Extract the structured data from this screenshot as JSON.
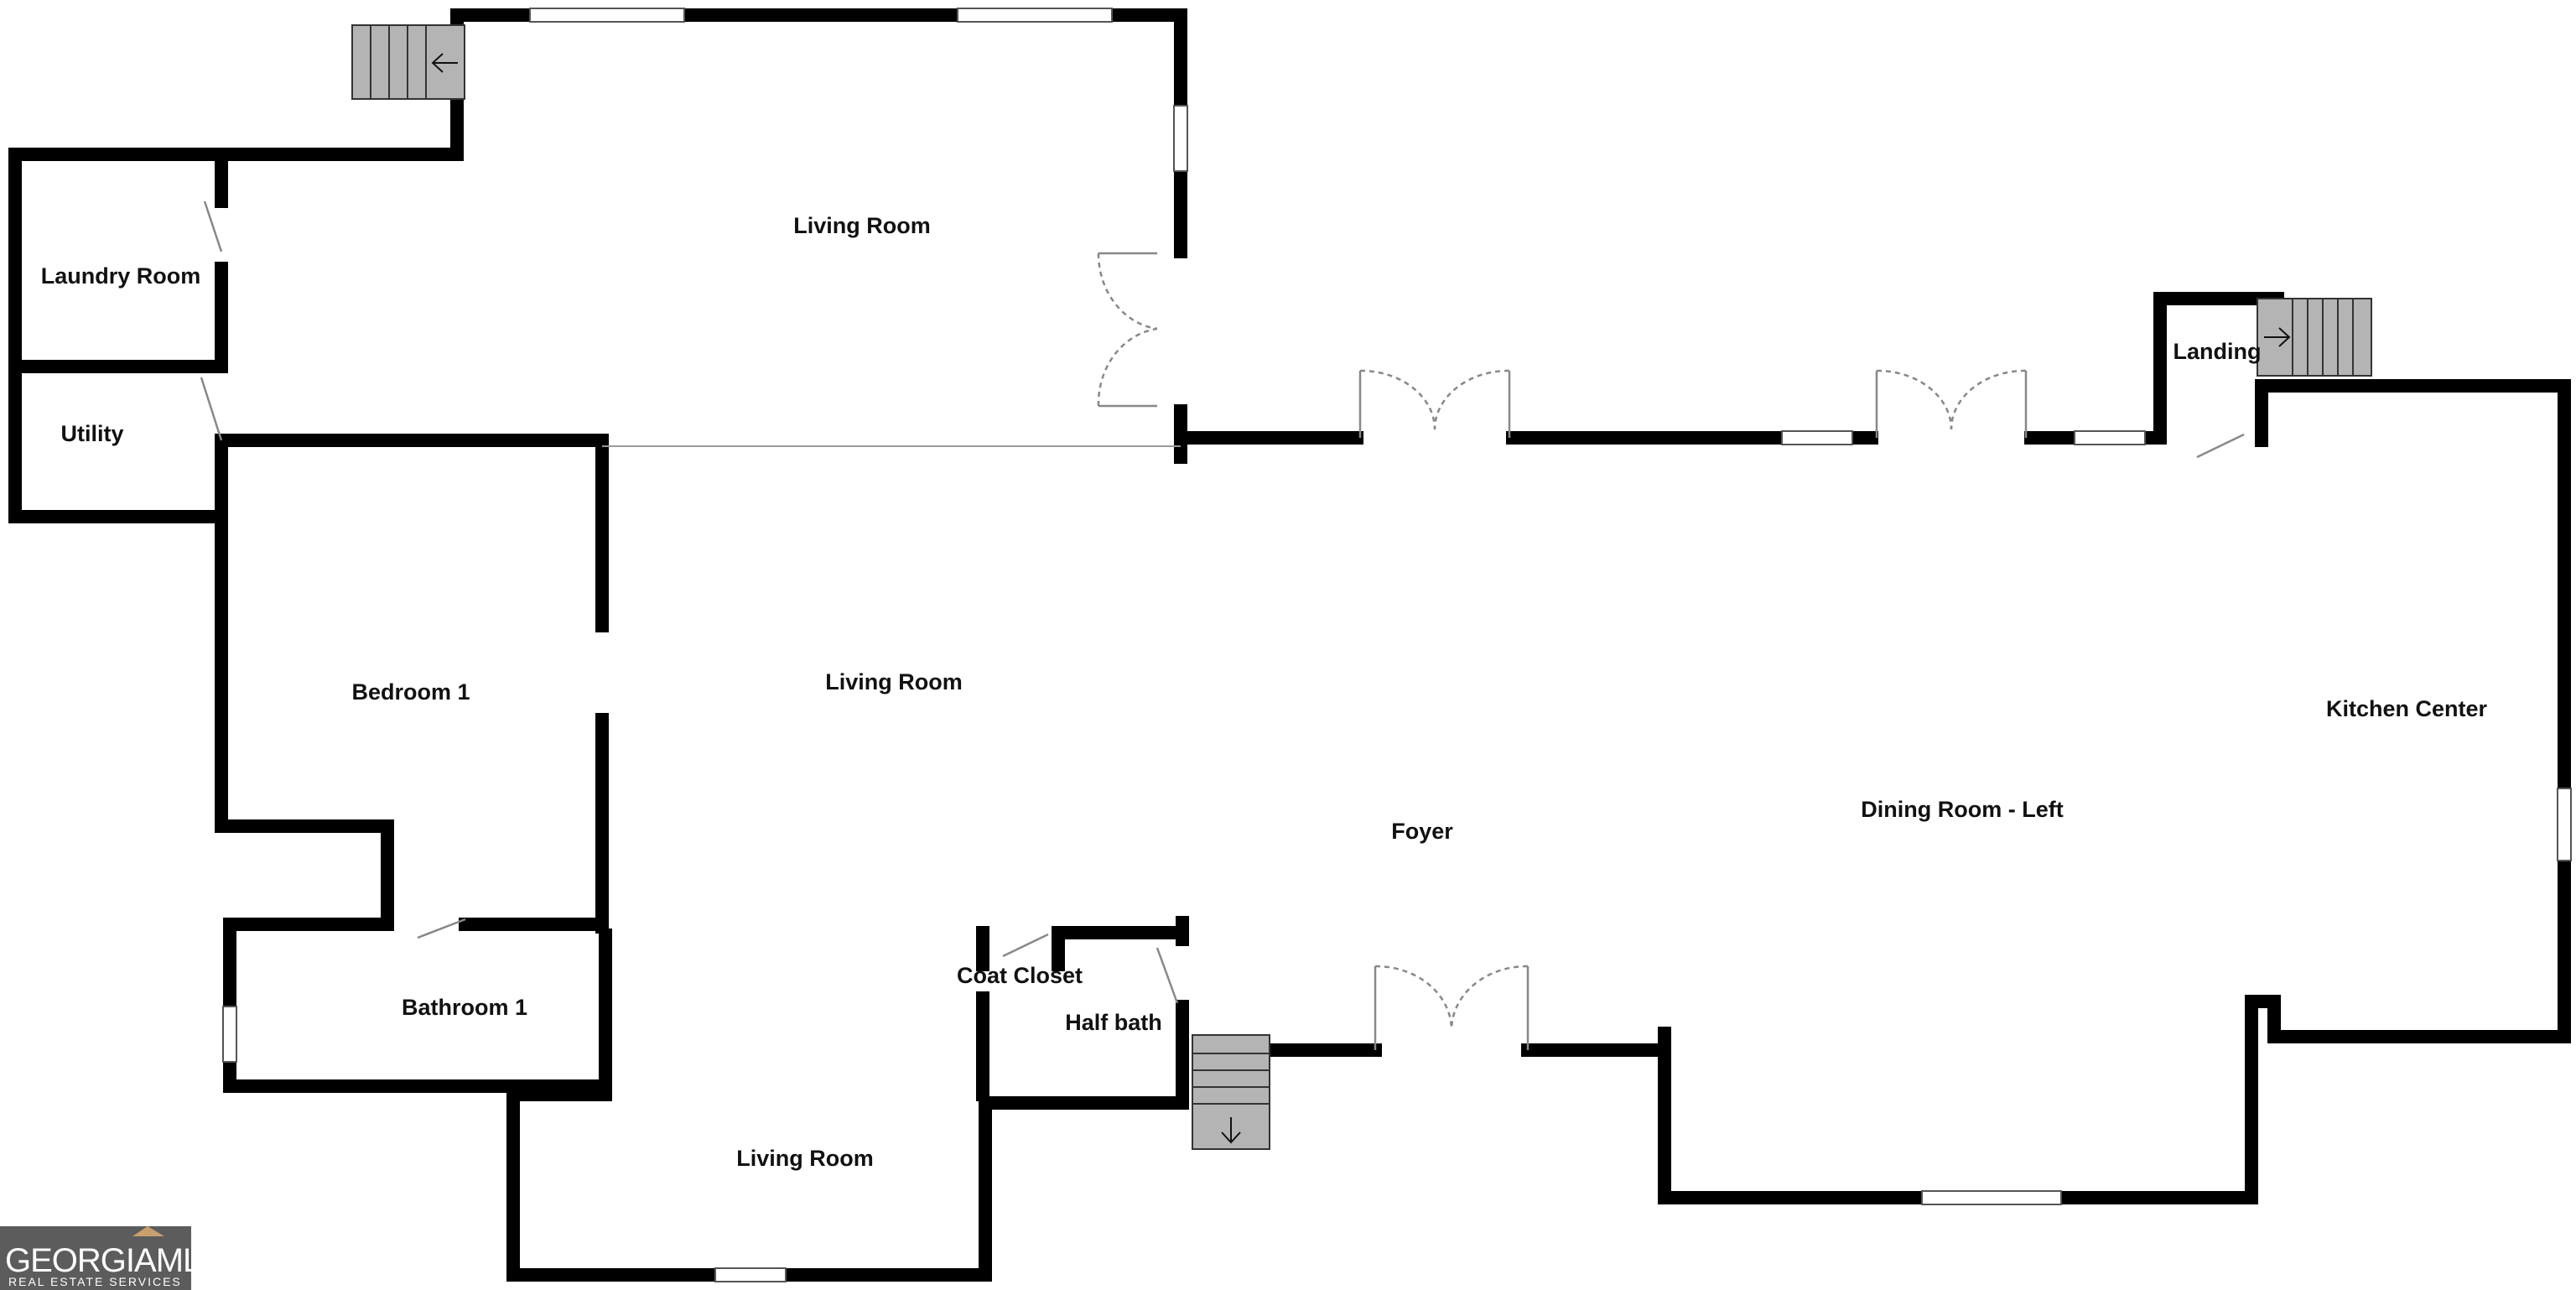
{
  "rooms": {
    "living_room_upper": "Living Room",
    "laundry_room": "Laundry Room",
    "utility": "Utility",
    "landing": "Landing",
    "kitchen_center": "Kitchen Center",
    "living_room_main": "Living Room",
    "bedroom_1": "Bedroom 1",
    "foyer": "Foyer",
    "dining_room_left": "Dining Room - Left",
    "coat_closet": "Coat Closet",
    "half_bath": "Half bath",
    "bathroom_1": "Bathroom 1",
    "living_room_lower": "Living Room"
  },
  "logo": {
    "brand": "GEORGIAMLS",
    "tagline": "REAL ESTATE SERVICES"
  },
  "colors": {
    "wall": "#000000",
    "stair_fill": "#b4b4b4",
    "logo_bg": "#5c5c5c"
  }
}
